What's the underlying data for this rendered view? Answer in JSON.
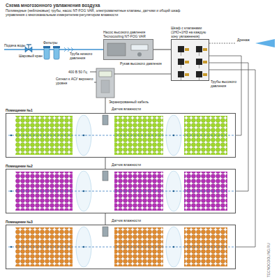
{
  "diagram": {
    "title": "Схема многозонного увлажнения воздуха",
    "nodes": [
      {
        "text": [
          "Насос высокого давления Tecnocooling NT-FOG VAR"
        ]
      },
      {
        "text": [
          "Шкаф с клапанами (1НО+1НЗ на каждую зону увлажнения)"
        ]
      },
      {
        "text": [
          "Помещение №1"
        ]
      },
      {
        "text": [
          "Помещение №2"
        ]
      },
      {
        "text": [
          "Помещение №3"
        ]
      }
    ],
    "edges": [
      {
        "from": 0,
        "to": 1,
        "arrow": "none"
      },
      {
        "from": 1,
        "to": 2,
        "arrow": "none"
      },
      {
        "from": 1,
        "to": 3,
        "arrow": "none"
      },
      {
        "from": 1,
        "to": 4,
        "arrow": "none"
      }
    ],
    "labels": [
      "Полимедные (нейлоновые) трубы, насос NT-FOG VAR, электромагнитные клапаны, датчики и общий шкаф управления с многоканальным измерителем-регулятором влажности",
      "Подача воды",
      "Шаровый кран",
      "Фильтры",
      "Труба низкого давления",
      "Рукав высокого давления",
      "400 В 50 Гц",
      "Сигнал к АСУ верхнего уровня",
      "Экранированный кабель",
      "Трубы высокого давления",
      "Дренаж",
      "Датчик влажности",
      "Датчик влажности",
      "Датчик влажности",
      "TECNOCOOLING.RU"
    ]
  }
}
